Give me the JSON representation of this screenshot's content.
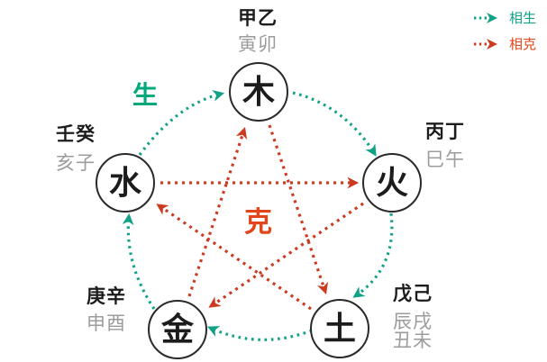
{
  "colors": {
    "teal": "#0fa287",
    "green": "#00a87a",
    "red": "#cc3a20",
    "red_text": "#e2451a",
    "gray": "#9c9c9c",
    "ink": "#1c1c1c"
  },
  "legend": {
    "generating_label": "相生",
    "overcoming_label": "相克"
  },
  "annotations": {
    "sheng": "生",
    "ke": "克"
  },
  "elements": {
    "wood": {
      "char": "木",
      "stems": "甲乙",
      "branches": "寅卯"
    },
    "fire": {
      "char": "火",
      "stems": "丙丁",
      "branches": "巳午"
    },
    "earth": {
      "char": "土",
      "stems": "戊己",
      "branches_line1": "辰戌",
      "branches_line2": "丑未"
    },
    "metal": {
      "char": "金",
      "stems": "庚辛",
      "branches": "申酉"
    },
    "water": {
      "char": "水",
      "stems": "壬癸",
      "branches": "亥子"
    }
  },
  "cycles": {
    "generating": [
      {
        "from": "水",
        "to": "木"
      },
      {
        "from": "木",
        "to": "火"
      },
      {
        "from": "火",
        "to": "土"
      },
      {
        "from": "土",
        "to": "金"
      },
      {
        "from": "金",
        "to": "水"
      }
    ],
    "overcoming": [
      {
        "from": "水",
        "to": "火"
      },
      {
        "from": "木",
        "to": "土"
      },
      {
        "from": "土",
        "to": "水"
      },
      {
        "from": "火",
        "to": "金"
      },
      {
        "from": "金",
        "to": "木"
      }
    ]
  }
}
